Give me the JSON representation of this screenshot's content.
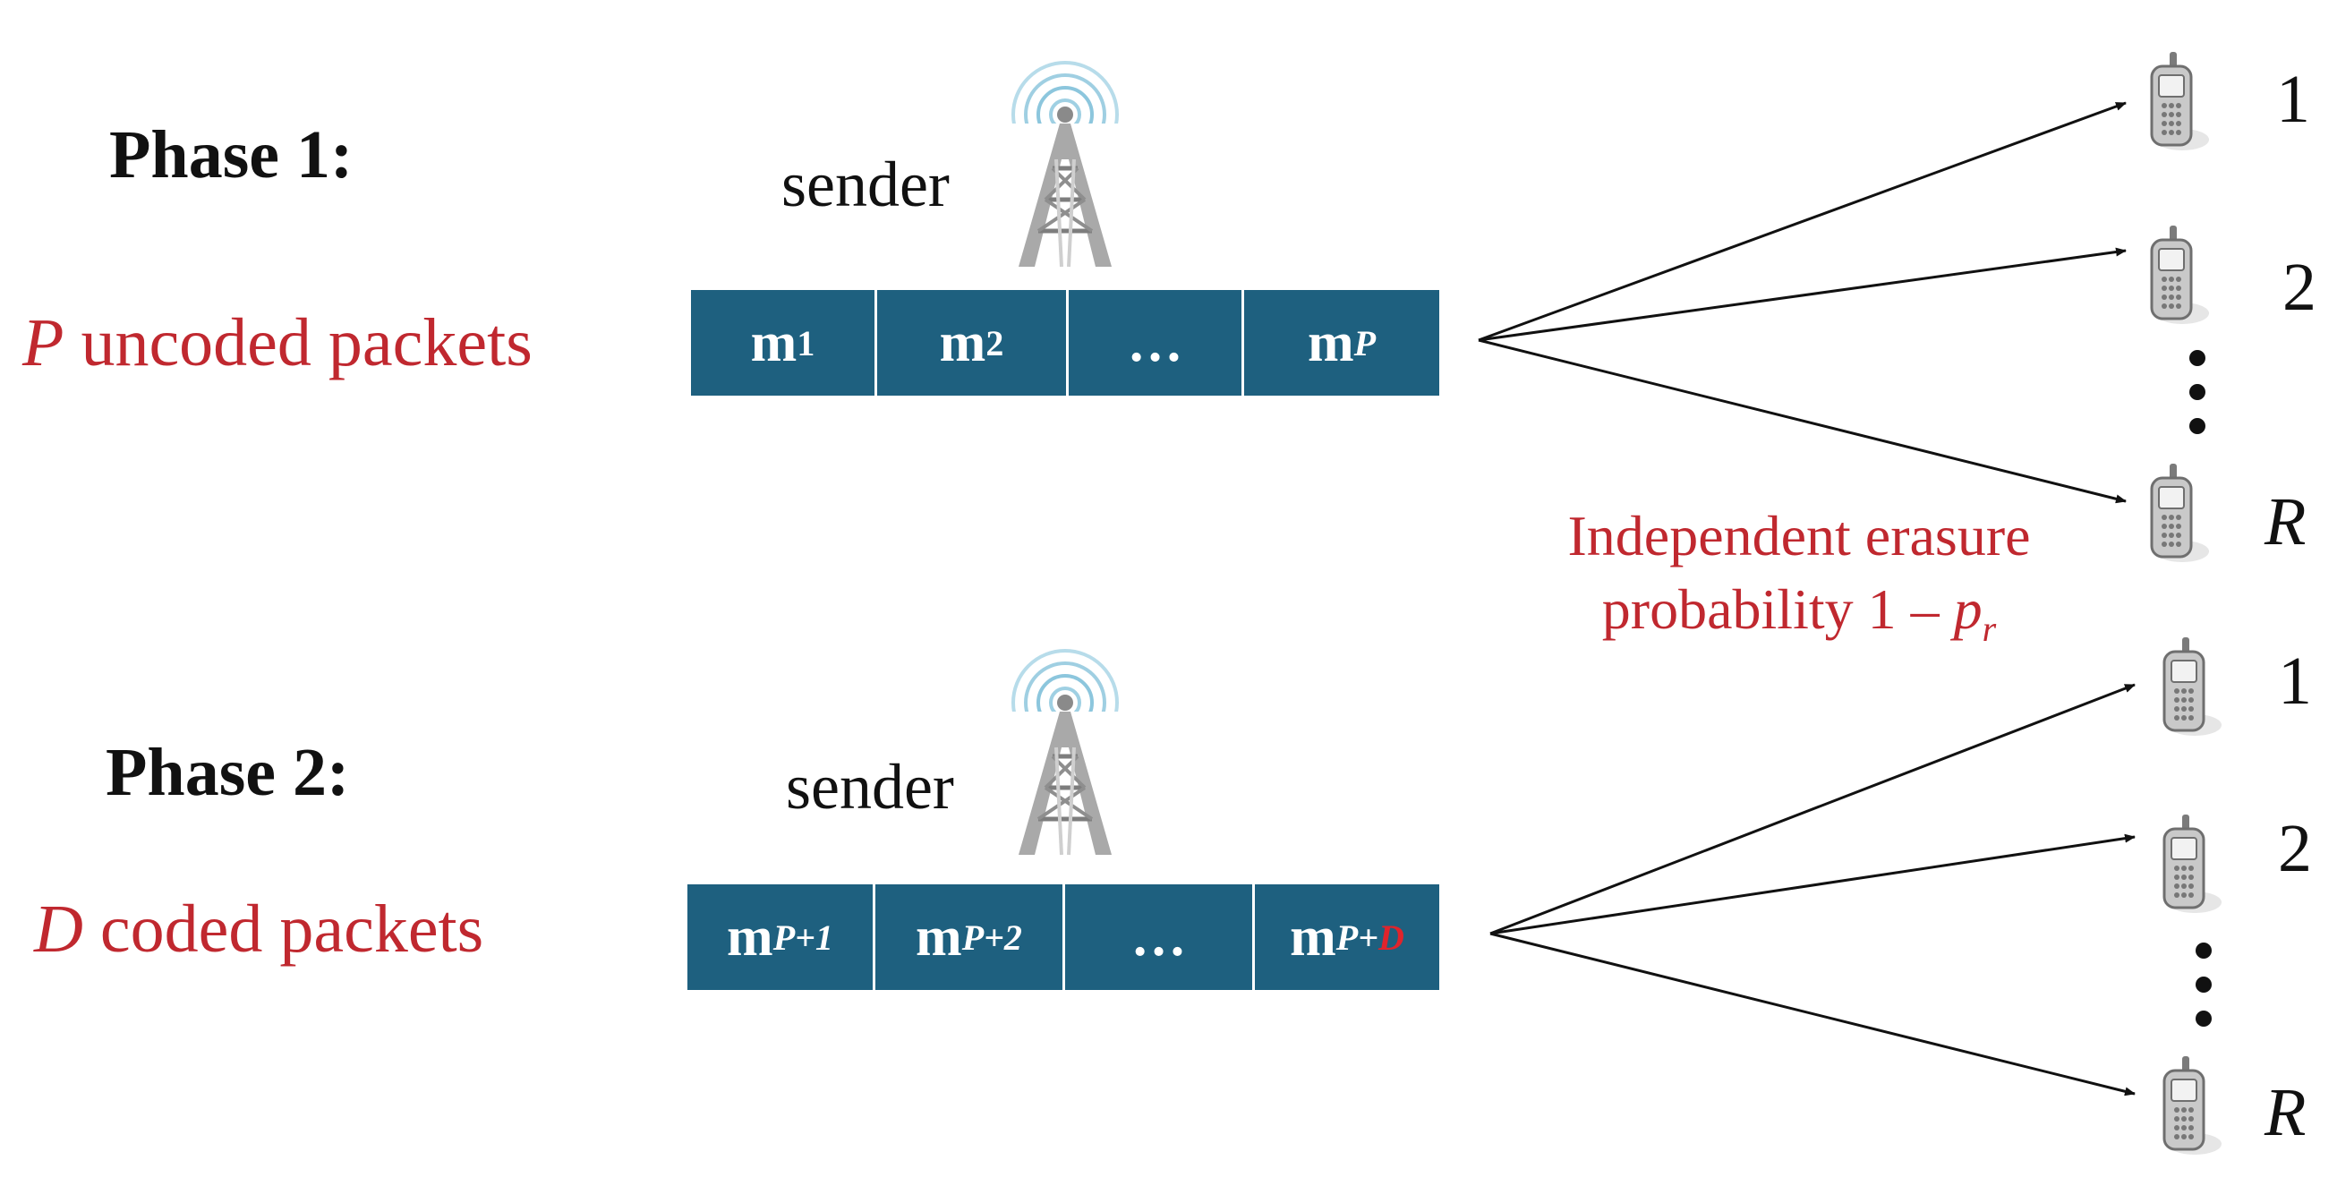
{
  "phase1": {
    "title": "Phase 1:",
    "desc_var": "P",
    "desc_rest": " uncoded packets",
    "sender": "sender",
    "packets": [
      {
        "base": "m",
        "sub": "1",
        "sub_italic": false
      },
      {
        "base": "m",
        "sub": "2",
        "sub_italic": false
      },
      {
        "base": "…",
        "sub": "",
        "sub_italic": false
      },
      {
        "base": "m",
        "sub": "P",
        "sub_italic": true
      }
    ],
    "receivers": [
      "1",
      "2",
      "R"
    ]
  },
  "phase2": {
    "title": "Phase 2:",
    "desc_var": "D",
    "desc_rest": " coded packets",
    "sender": "sender",
    "packets": [
      {
        "base": "m",
        "sub": "P+1"
      },
      {
        "base": "m",
        "sub": "P+2"
      },
      {
        "base": "…",
        "sub": ""
      },
      {
        "base": "m",
        "sub_a": "P+",
        "sub_b": "D"
      }
    ],
    "receivers": [
      "1",
      "2",
      "R"
    ]
  },
  "erasure": {
    "line1": "Independent erasure",
    "line2_text": "probability 1 – ",
    "line2_var": "p",
    "line2_sub": "r"
  },
  "colors": {
    "accent_red": "#c0282f",
    "packet_bg": "#1e607f"
  },
  "icons": [
    "tower-icon",
    "phone-icon"
  ]
}
